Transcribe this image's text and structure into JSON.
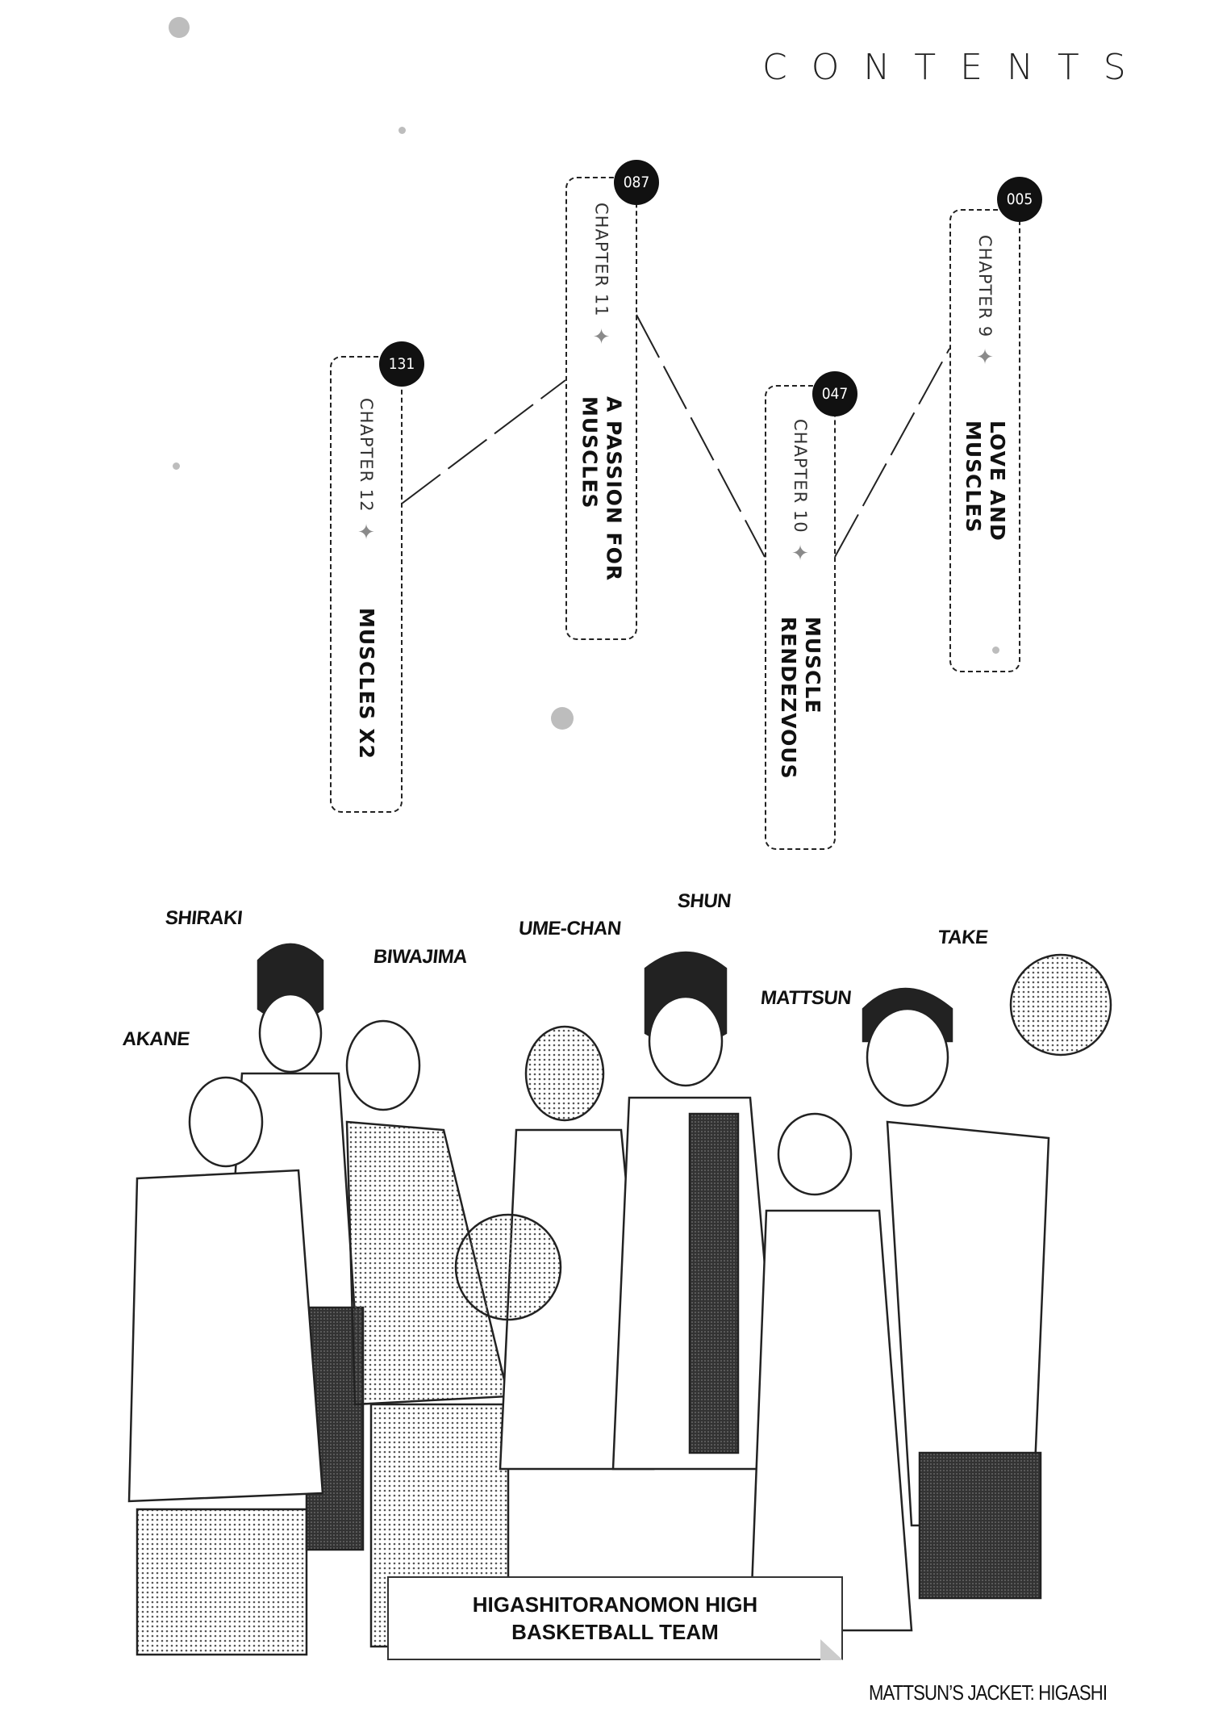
{
  "header": {
    "title": "CONTENTS"
  },
  "chapters": [
    {
      "page": "131",
      "chapter": "CHAPTER 12",
      "title_lines": [
        "MUSCLES X2"
      ]
    },
    {
      "page": "087",
      "chapter": "CHAPTER 11",
      "title_lines": [
        "A PASSION FOR",
        "MUSCLES"
      ]
    },
    {
      "page": "047",
      "chapter": "CHAPTER 10",
      "title_lines": [
        "MUSCLE",
        "RENDEZVOUS"
      ]
    },
    {
      "page": "005",
      "chapter": "CHAPTER 9",
      "title_lines": [
        "LOVE AND",
        "MUSCLES"
      ]
    }
  ],
  "illustration": {
    "names": {
      "shiraki": "SHIRAKI",
      "biwajima": "BIWAJIMA",
      "umechan": "UME-CHAN",
      "shun": "SHUN",
      "take": "TAKE",
      "mattsun": "MATTSUN",
      "akane": "AKANE"
    },
    "caption_lines": [
      "HIGASHITORANOMON HIGH",
      "BASKETBALL TEAM"
    ],
    "note": "MATTSUN’S JACKET: HIGASHI"
  },
  "star_glyph": "✦"
}
